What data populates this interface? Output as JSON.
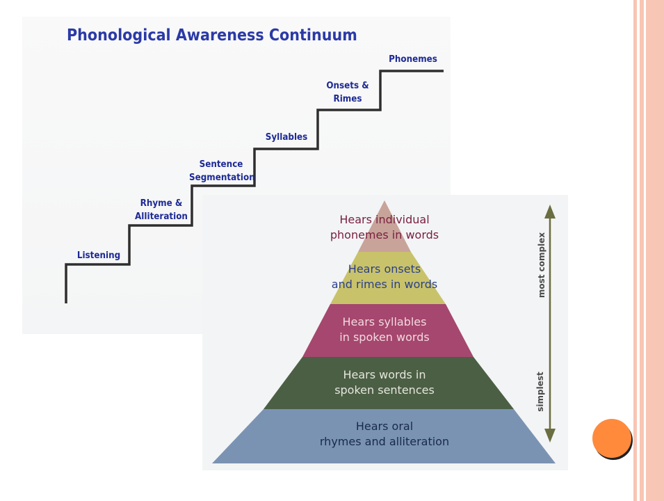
{
  "staircase": {
    "title": "Phonological Awareness Continuum",
    "steps": [
      {
        "label": "Listening"
      },
      {
        "label": "Rhyme &\nAlliteration"
      },
      {
        "label": "Sentence\nSegmentation"
      },
      {
        "label": "Syllables"
      },
      {
        "label": "Onsets &\nRimes"
      },
      {
        "label": "Phonemes"
      }
    ],
    "line_color": "#2e2e2e",
    "label_color": "#1d2a95"
  },
  "pyramid": {
    "tiers": [
      {
        "line1": "Hears individual",
        "line2": "phonemes in words",
        "fill": "#c8a39a",
        "text_color": "#7a2040"
      },
      {
        "line1": "Hears onsets",
        "line2": "and rimes in words",
        "fill": "#c8c36a",
        "text_color": "#2b3f8a"
      },
      {
        "line1": "Hears syllables",
        "line2": "in spoken words",
        "fill": "#a5476e",
        "text_color": "#f4d8e0"
      },
      {
        "line1": "Hears words in",
        "line2": "spoken sentences",
        "fill": "#4b5f45",
        "text_color": "#e6e6dc"
      },
      {
        "line1": "Hears oral",
        "line2": "rhymes and alliteration",
        "fill": "#7b93b3",
        "text_color": "#182a4d"
      }
    ],
    "scale_top_label": "most complex",
    "scale_bottom_label": "simplest",
    "arrow_color": "#6b6e3f"
  },
  "colors": {
    "slide_border": "#f7c6b4",
    "accent_dot": "#ff8a3c"
  }
}
